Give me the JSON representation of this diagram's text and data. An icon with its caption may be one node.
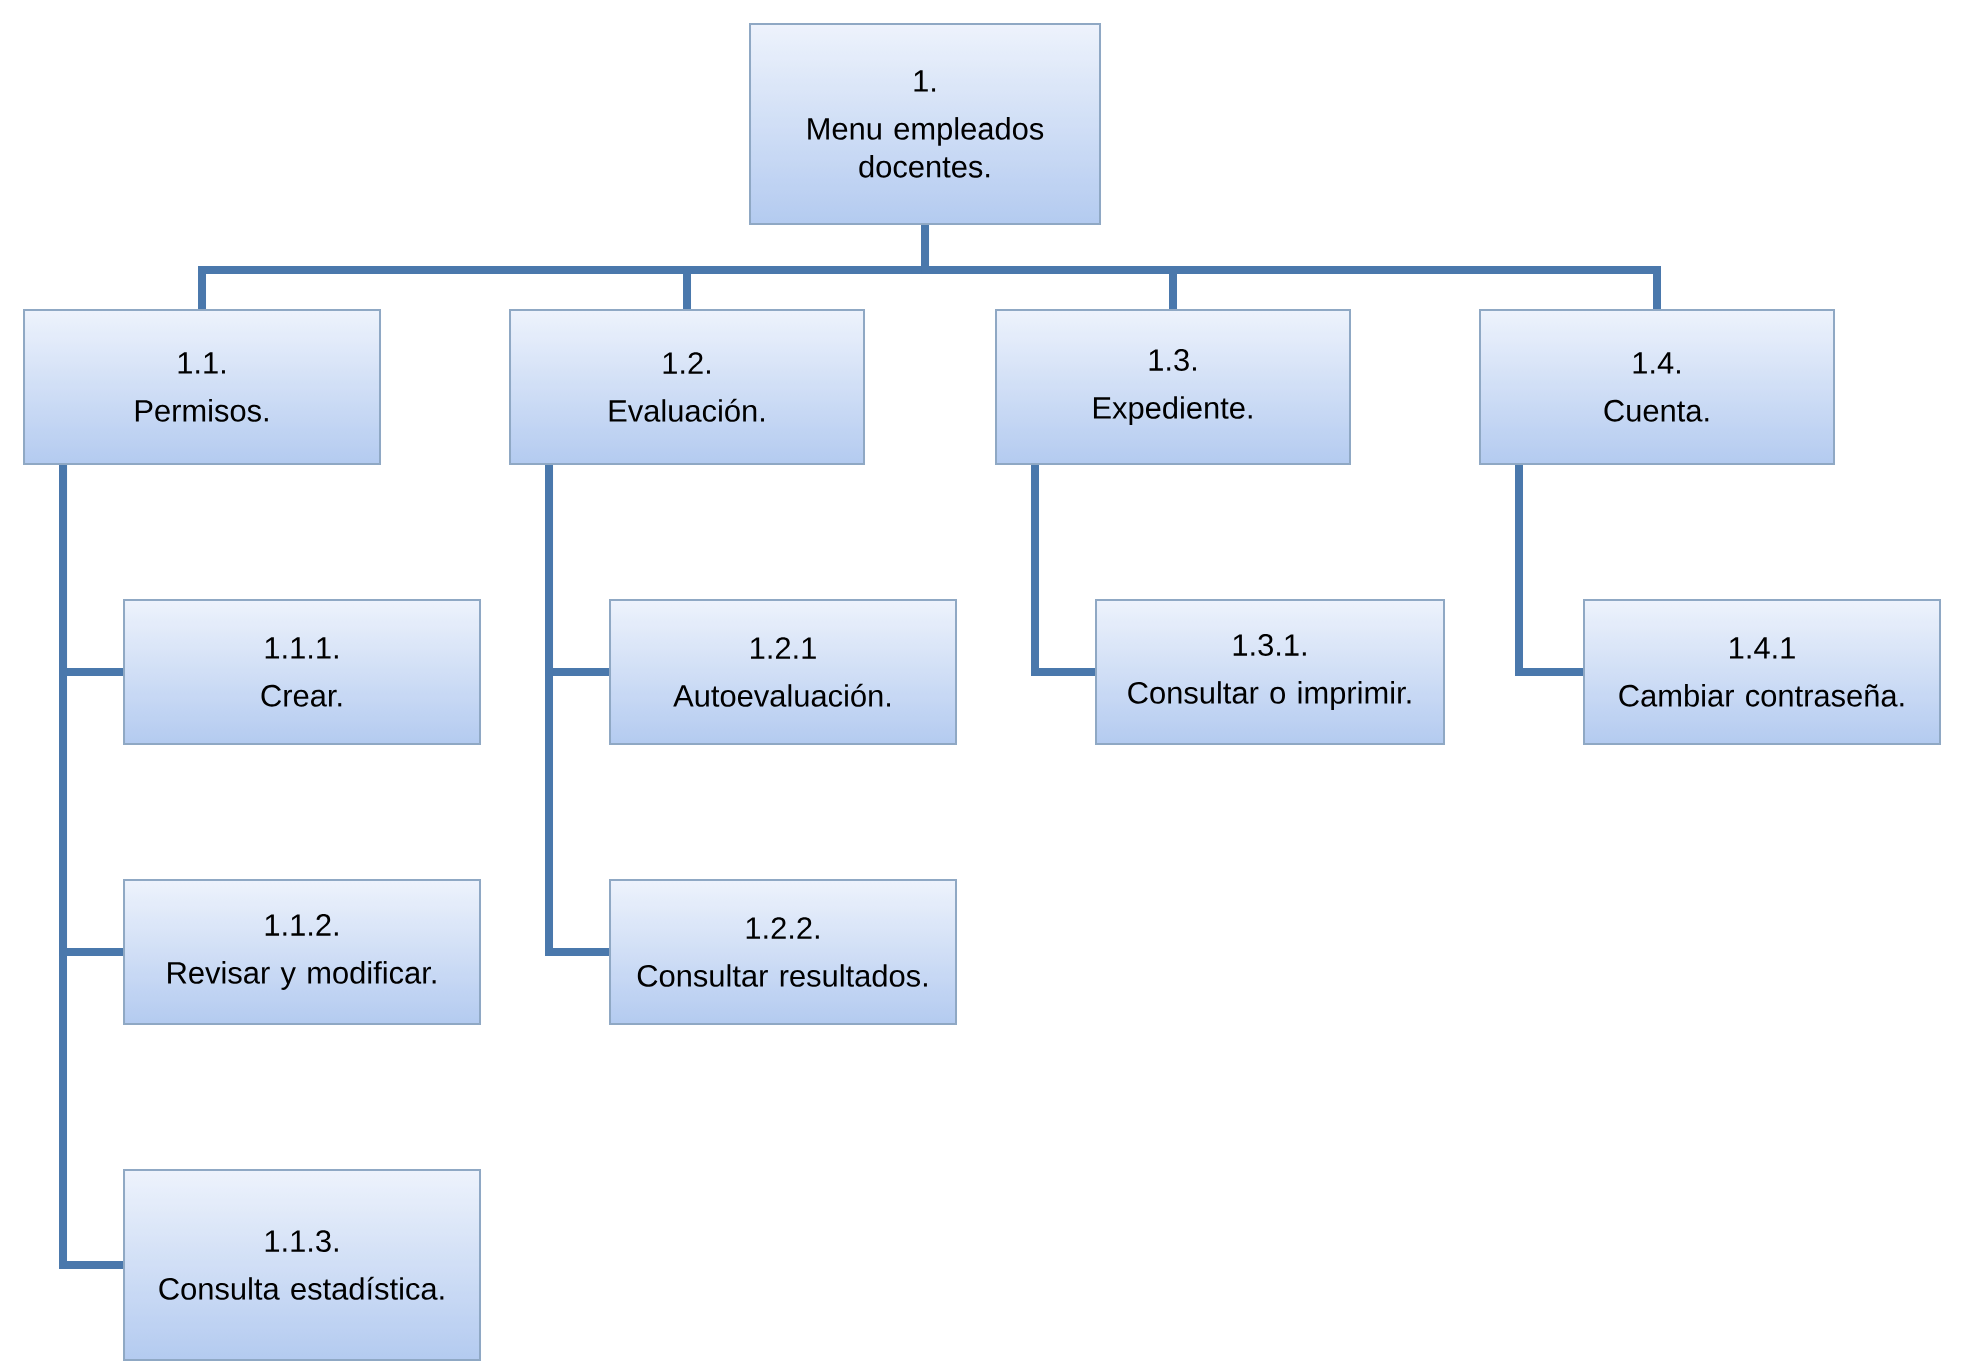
{
  "diagram": {
    "nodes": [
      {
        "text": [
          "1.",
          "Menu  empleados docentes."
        ]
      },
      {
        "text": [
          "1.1.",
          "Permisos."
        ]
      },
      {
        "text": [
          "1.2.",
          "Evaluación."
        ]
      },
      {
        "text": [
          "1.3.",
          "Expediente."
        ]
      },
      {
        "text": [
          "1.4.",
          "Cuenta."
        ]
      },
      {
        "text": [
          "1.1.1.",
          "Crear."
        ]
      },
      {
        "text": [
          "1.1.2.",
          "Revisar y modificar."
        ]
      },
      {
        "text": [
          "1.1.3.",
          "Consulta estadística."
        ]
      },
      {
        "text": [
          "1.2.1",
          "Autoevaluación."
        ]
      },
      {
        "text": [
          "1.2.2.",
          "Consultar resultados."
        ]
      },
      {
        "text": [
          "1.3.1.",
          "Consultar o imprimir."
        ]
      },
      {
        "text": [
          "1.4.1",
          "Cambiar contraseña."
        ]
      }
    ],
    "edges": [
      {
        "from": 0,
        "to": 1,
        "arrow": "none"
      },
      {
        "from": 0,
        "to": 2,
        "arrow": "none"
      },
      {
        "from": 0,
        "to": 3,
        "arrow": "none"
      },
      {
        "from": 0,
        "to": 4,
        "arrow": "none"
      },
      {
        "from": 1,
        "to": 5,
        "arrow": "none"
      },
      {
        "from": 1,
        "to": 6,
        "arrow": "none"
      },
      {
        "from": 1,
        "to": 7,
        "arrow": "none"
      },
      {
        "from": 2,
        "to": 8,
        "arrow": "none"
      },
      {
        "from": 2,
        "to": 9,
        "arrow": "none"
      },
      {
        "from": 3,
        "to": 10,
        "arrow": "none"
      },
      {
        "from": 4,
        "to": 11,
        "arrow": "none"
      }
    ]
  }
}
